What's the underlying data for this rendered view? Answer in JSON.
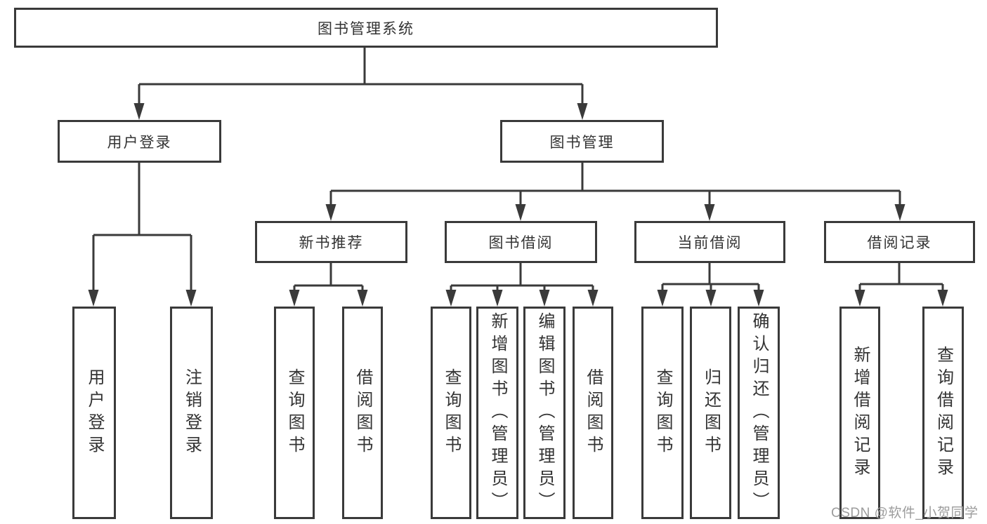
{
  "watermark": "CSDN @软件_小贺同学",
  "colors": {
    "line": "#3a3a3a",
    "text": "#333333",
    "watermark": "#9c9c9c",
    "background": "#ffffff"
  },
  "tree": {
    "root": {
      "label": "图书管理系统"
    },
    "user_login": {
      "label": "用户登录",
      "children": {
        "login": {
          "label": "用户登录"
        },
        "logout": {
          "label": "注销登录"
        }
      }
    },
    "book_management": {
      "label": "图书管理",
      "children": {
        "new_book_recommend": {
          "label": "新书推荐",
          "children": {
            "query_book": {
              "label": "查询图书"
            },
            "borrow_book": {
              "label": "借阅图书"
            }
          }
        },
        "book_borrow": {
          "label": "图书借阅",
          "children": {
            "query_book": {
              "label": "查询图书"
            },
            "add_book": {
              "label": "新增图书（管理员）"
            },
            "edit_book": {
              "label": "编辑图书（管理员）"
            },
            "borrow_book": {
              "label": "借阅图书"
            }
          }
        },
        "current_borrow": {
          "label": "当前借阅",
          "children": {
            "query_book": {
              "label": "查询图书"
            },
            "return_book": {
              "label": "归还图书"
            },
            "confirm_return": {
              "label": "确认归还（管理员）"
            }
          }
        },
        "borrow_records": {
          "label": "借阅记录",
          "children": {
            "add_record": {
              "label": "新增借阅记录"
            },
            "query_record": {
              "label": "查询借阅记录"
            }
          }
        }
      }
    }
  }
}
